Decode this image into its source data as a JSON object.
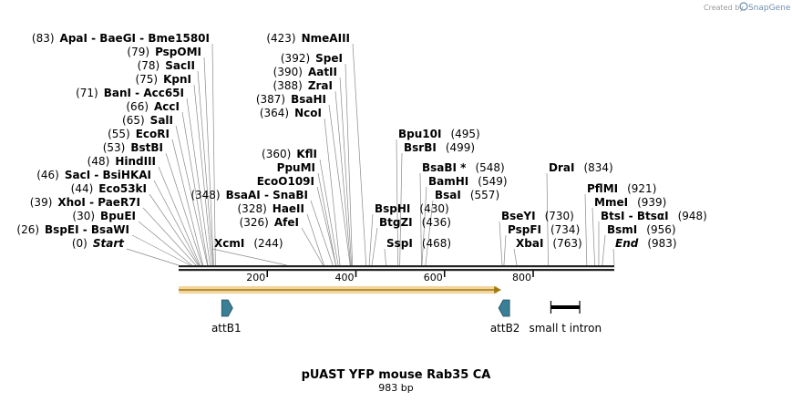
{
  "watermark": {
    "prefix": "Created by",
    "brand": "SnapGene"
  },
  "map": {
    "title": "pUAST YFP mouse Rab35 CA",
    "length_label": "983 bp",
    "length_bp": 983,
    "ticks": [
      "200",
      "400",
      "600",
      "800"
    ],
    "tick_values": [
      200,
      400,
      600,
      800
    ]
  },
  "sites": [
    {
      "pos": 83,
      "pos_label": "(83)",
      "names": [
        "ApaI",
        "BaeGI",
        "Bme1580I"
      ]
    },
    {
      "pos": 79,
      "pos_label": "(79)",
      "names": [
        "PspOMI"
      ]
    },
    {
      "pos": 78,
      "pos_label": "(78)",
      "names": [
        "SacII"
      ]
    },
    {
      "pos": 75,
      "pos_label": "(75)",
      "names": [
        "KpnI"
      ]
    },
    {
      "pos": 71,
      "pos_label": "(71)",
      "names": [
        "BanI",
        "Acc65I"
      ]
    },
    {
      "pos": 66,
      "pos_label": "(66)",
      "names": [
        "AccI"
      ]
    },
    {
      "pos": 65,
      "pos_label": "(65)",
      "names": [
        "SalI"
      ]
    },
    {
      "pos": 55,
      "pos_label": "(55)",
      "names": [
        "EcoRI"
      ]
    },
    {
      "pos": 53,
      "pos_label": "(53)",
      "names": [
        "BstBI"
      ]
    },
    {
      "pos": 48,
      "pos_label": "(48)",
      "names": [
        "HindIII"
      ]
    },
    {
      "pos": 46,
      "pos_label": "(46)",
      "names": [
        "SacI",
        "BsiHKAI"
      ]
    },
    {
      "pos": 44,
      "pos_label": "(44)",
      "names": [
        "Eco53kI"
      ]
    },
    {
      "pos": 39,
      "pos_label": "(39)",
      "names": [
        "XhoI",
        "PaeR7I"
      ]
    },
    {
      "pos": 30,
      "pos_label": "(30)",
      "names": [
        "BpuEI"
      ]
    },
    {
      "pos": 26,
      "pos_label": "(26)",
      "names": [
        "BspEI",
        "BsaWI"
      ]
    },
    {
      "pos": 0,
      "pos_label": "(0)",
      "names": [
        "Start"
      ],
      "italic": true
    },
    {
      "pos": 423,
      "pos_label": "(423)",
      "names": [
        "NmeAIII"
      ]
    },
    {
      "pos": 392,
      "pos_label": "(392)",
      "names": [
        "SpeI"
      ]
    },
    {
      "pos": 390,
      "pos_label": "(390)",
      "names": [
        "AatII"
      ]
    },
    {
      "pos": 388,
      "pos_label": "(388)",
      "names": [
        "ZraI"
      ]
    },
    {
      "pos": 387,
      "pos_label": "(387)",
      "names": [
        "BsaHI"
      ]
    },
    {
      "pos": 364,
      "pos_label": "(364)",
      "names": [
        "NcoI"
      ]
    },
    {
      "pos": 360,
      "pos_label": "(360)",
      "names": [
        "KflI"
      ]
    },
    {
      "pos": 355,
      "pos_label": "",
      "names": [
        "PpuMI"
      ]
    },
    {
      "pos": 355,
      "pos_label": "",
      "names": [
        "EcoO109I"
      ]
    },
    {
      "pos": 348,
      "pos_label": "(348)",
      "names": [
        "BsaAI",
        "SnaBI"
      ]
    },
    {
      "pos": 328,
      "pos_label": "(328)",
      "names": [
        "HaeII"
      ]
    },
    {
      "pos": 326,
      "pos_label": "(326)",
      "names": [
        "AfeI"
      ]
    },
    {
      "pos": 244,
      "pos_label": "(244)",
      "names": [
        "XcmI"
      ]
    },
    {
      "pos": 495,
      "pos_label": "(495)",
      "names": [
        "Bpu10I"
      ]
    },
    {
      "pos": 499,
      "pos_label": "(499)",
      "names": [
        "BsrBI"
      ]
    },
    {
      "pos": 548,
      "pos_label": "(548)",
      "names": [
        "BsaBI *"
      ]
    },
    {
      "pos": 549,
      "pos_label": "(549)",
      "names": [
        "BamHI"
      ]
    },
    {
      "pos": 557,
      "pos_label": "(557)",
      "names": [
        "BsaI"
      ]
    },
    {
      "pos": 430,
      "pos_label": "(430)",
      "names": [
        "BspHI"
      ]
    },
    {
      "pos": 436,
      "pos_label": "(436)",
      "names": [
        "BtgZI"
      ]
    },
    {
      "pos": 468,
      "pos_label": "(468)",
      "names": [
        "SspI"
      ]
    },
    {
      "pos": 834,
      "pos_label": "(834)",
      "names": [
        "DraI"
      ]
    },
    {
      "pos": 921,
      "pos_label": "(921)",
      "names": [
        "PflMI"
      ]
    },
    {
      "pos": 939,
      "pos_label": "(939)",
      "names": [
        "MmeI"
      ]
    },
    {
      "pos": 948,
      "pos_label": "(948)",
      "names": [
        "BtsI",
        "BtsαI"
      ]
    },
    {
      "pos": 956,
      "pos_label": "(956)",
      "names": [
        "BsmI"
      ]
    },
    {
      "pos": 983,
      "pos_label": "(983)",
      "names": [
        "End"
      ],
      "italic": true
    },
    {
      "pos": 730,
      "pos_label": "(730)",
      "names": [
        "BseYI"
      ]
    },
    {
      "pos": 734,
      "pos_label": "(734)",
      "names": [
        "PspFI"
      ]
    },
    {
      "pos": 763,
      "pos_label": "(763)",
      "names": [
        "XbaI"
      ]
    }
  ],
  "features": [
    {
      "name": "attB1",
      "start": 95,
      "end": 120,
      "direction": "forward",
      "color": "#3a7f95"
    },
    {
      "name": "attB2",
      "start": 725,
      "end": 748,
      "direction": "reverse",
      "color": "#3a7f95"
    },
    {
      "name": "small t intron",
      "start": 840,
      "end": 905,
      "direction": "none",
      "color": "#000000"
    }
  ],
  "orf": {
    "start": 0,
    "end": 720,
    "color": "#e8b04a",
    "line_color": "#a07a10"
  }
}
